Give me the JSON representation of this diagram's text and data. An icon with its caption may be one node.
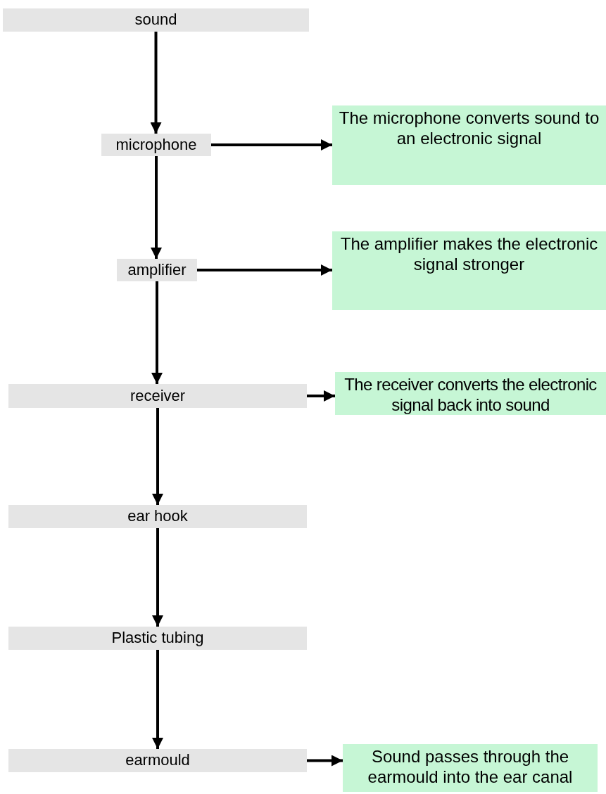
{
  "diagram": {
    "nodes": [
      {
        "text": [
          "sound"
        ]
      },
      {
        "text": [
          "microphone"
        ]
      },
      {
        "text": [
          "The microphone converts sound to an electronic signal"
        ]
      },
      {
        "text": [
          "amplifier"
        ]
      },
      {
        "text": [
          "The amplifier makes the electronic signal stronger"
        ]
      },
      {
        "text": [
          "receiver"
        ]
      },
      {
        "text": [
          "The receiver converts the electronic signal back into sound"
        ]
      },
      {
        "text": [
          "ear hook"
        ]
      },
      {
        "text": [
          "Plastic tubing"
        ]
      },
      {
        "text": [
          "earmould"
        ]
      },
      {
        "text": [
          "Sound passes through the earmould into the ear canal"
        ]
      }
    ],
    "edges": [
      {
        "from": 0,
        "to": 1,
        "arrow": "to"
      },
      {
        "from": 1,
        "to": 3,
        "arrow": "to"
      },
      {
        "from": 3,
        "to": 5,
        "arrow": "to"
      },
      {
        "from": 5,
        "to": 7,
        "arrow": "to"
      },
      {
        "from": 7,
        "to": 8,
        "arrow": "to"
      },
      {
        "from": 8,
        "to": 9,
        "arrow": "to"
      },
      {
        "from": 1,
        "to": 2,
        "arrow": "to"
      },
      {
        "from": 3,
        "to": 4,
        "arrow": "to"
      },
      {
        "from": 5,
        "to": 6,
        "arrow": "to"
      },
      {
        "from": 9,
        "to": 10,
        "arrow": "to"
      }
    ]
  }
}
